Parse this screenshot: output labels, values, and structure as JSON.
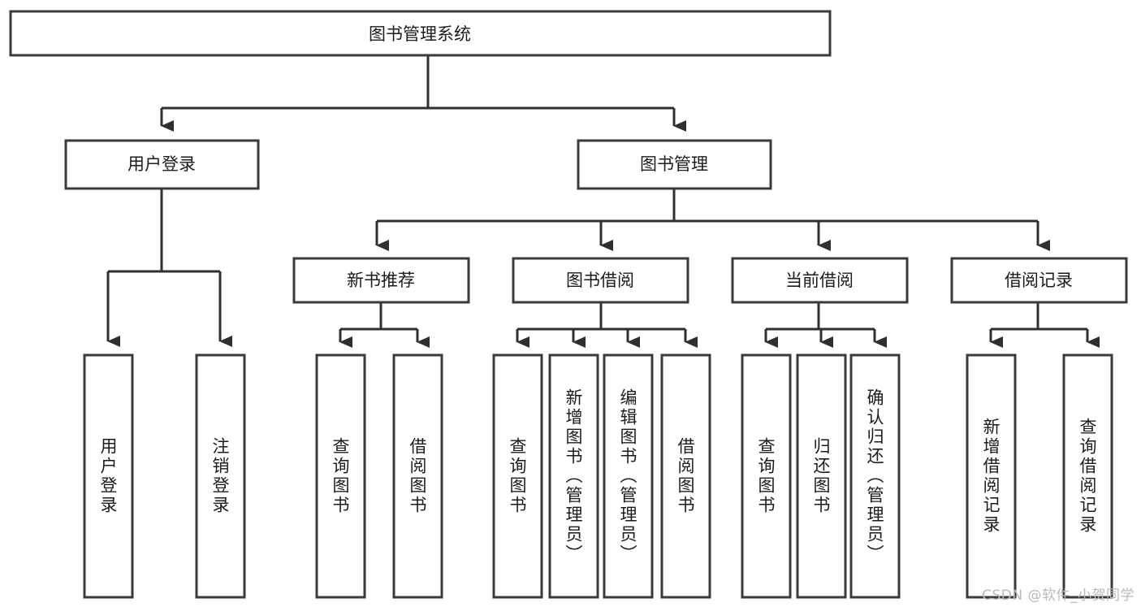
{
  "diagram": {
    "title": "图书管理系统",
    "type": "tree",
    "watermark": "CSDN @软件_小贺同学",
    "colors": {
      "stroke": "#3a3a3a",
      "edge": "#2f2f2f",
      "fill": "#ffffff",
      "text": "#1b1b1b",
      "watermark": "#b9b9b9"
    },
    "nodes": {
      "root": {
        "label": "图书管理系统",
        "orientation": "horizontal"
      },
      "level2": [
        {
          "label": "用户登录",
          "orientation": "horizontal"
        },
        {
          "label": "图书管理",
          "orientation": "horizontal"
        }
      ],
      "level3": [
        {
          "label": "新书推荐",
          "orientation": "horizontal"
        },
        {
          "label": "图书借阅",
          "orientation": "horizontal"
        },
        {
          "label": "当前借阅",
          "orientation": "horizontal"
        },
        {
          "label": "借阅记录",
          "orientation": "horizontal"
        }
      ],
      "leaves_user_login": [
        {
          "label": "用户登录",
          "orientation": "vertical"
        },
        {
          "label": "注销登录",
          "orientation": "vertical"
        }
      ],
      "leaves_new_book": [
        {
          "label": "查询图书",
          "orientation": "vertical"
        },
        {
          "label": "借阅图书",
          "orientation": "vertical"
        }
      ],
      "leaves_book_borrow": [
        {
          "label": "查询图书",
          "orientation": "vertical"
        },
        {
          "label": "新增图书（管理员）",
          "orientation": "vertical"
        },
        {
          "label": "编辑图书（管理员）",
          "orientation": "vertical"
        },
        {
          "label": "借阅图书",
          "orientation": "vertical"
        }
      ],
      "leaves_current_borrow": [
        {
          "label": "查询图书",
          "orientation": "vertical"
        },
        {
          "label": "归还图书",
          "orientation": "vertical"
        },
        {
          "label": "确认归还（管理员）",
          "orientation": "vertical"
        }
      ],
      "leaves_borrow_record": [
        {
          "label": "新增借阅记录",
          "orientation": "vertical"
        },
        {
          "label": "查询借阅记录",
          "orientation": "vertical"
        }
      ]
    }
  }
}
